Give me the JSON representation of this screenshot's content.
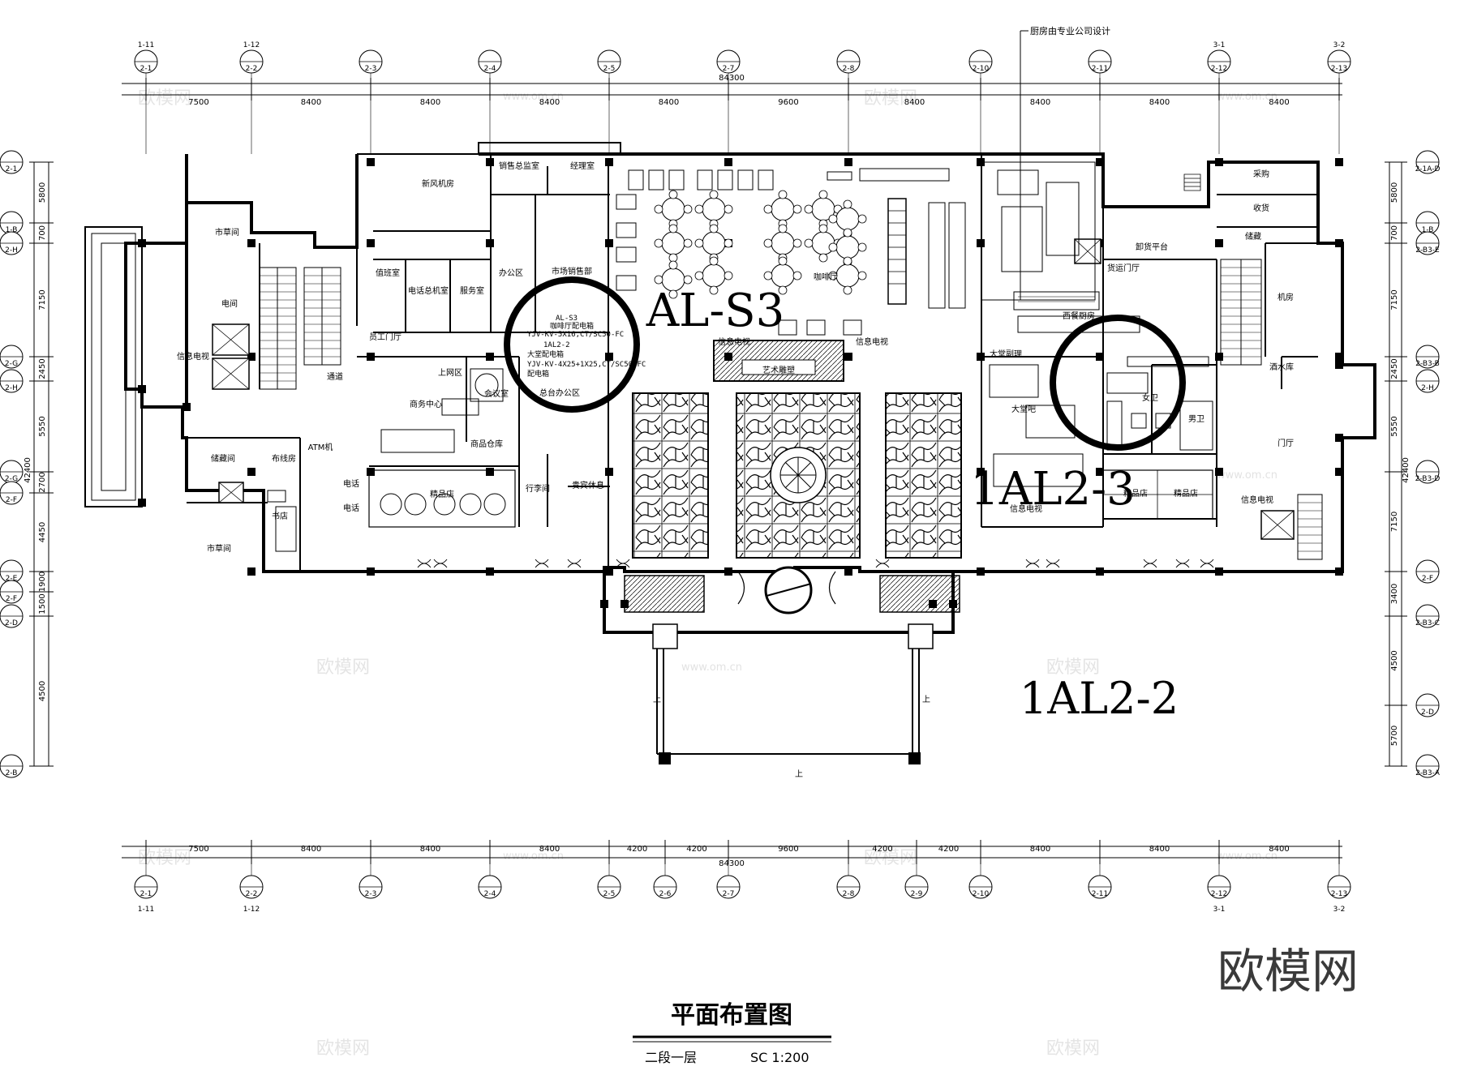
{
  "top_dims": [
    "7500",
    "8400",
    "8400",
    "8400",
    "8400",
    "9600",
    "8400",
    "8400",
    "8400",
    "8400"
  ],
  "top_total": "84300",
  "bottom_dims": [
    "7500",
    "8400",
    "8400",
    "8400",
    "4200",
    "4200",
    "9600",
    "4200",
    "4200",
    "8400",
    "8400",
    "8400"
  ],
  "bottom_total": "84300",
  "top_axes": [
    "2-1",
    "2-2",
    "2-3",
    "2-4",
    "2-5",
    "2-7",
    "2-8",
    "2-10",
    "2-11",
    "2-12",
    "2-13"
  ],
  "top_axes_alt": [
    "1-11",
    "1-12",
    "3-1",
    "3-2"
  ],
  "bottom_axes": [
    "2-1",
    "2-2",
    "2-3",
    "2-4",
    "2-5",
    "2-6",
    "2-7",
    "2-8",
    "2-9",
    "2-10",
    "2-11",
    "2-12",
    "2-13"
  ],
  "bottom_axes_alt": [
    "1-11",
    "1-12",
    "3-1",
    "3-2"
  ],
  "left_axes": [
    "2-1",
    "1-B",
    "2-H",
    "2-G",
    "2-H",
    "2-G",
    "2-F",
    "2-E",
    "2-F",
    "2-D",
    "2-B"
  ],
  "right_axes": [
    "2-1A-D",
    "1-B",
    "2-B3-E",
    "2-B3-B",
    "2-H",
    "2-B3-D",
    "2-F",
    "2-B3-C",
    "2-D",
    "2-B3-A"
  ],
  "left_dims": [
    "5800",
    "700",
    "7150",
    "2450",
    "5550",
    "2700",
    "4450",
    "1900",
    "1500",
    "4500",
    "5700"
  ],
  "left_total": "42400",
  "right_dims": [
    "5800",
    "700",
    "7150",
    "2450",
    "5550",
    "7150",
    "3400",
    "4500",
    "5700"
  ],
  "right_total": "42400",
  "rooms": [
    "新风机房",
    "销售总监室",
    "经理室",
    "咖啡厅",
    "市场销售部",
    "办公区",
    "值班室",
    "电话总机室",
    "服务室",
    "员工门厅",
    "商务中心",
    "会议室",
    "上网区",
    "商品仓库",
    "精品店",
    "行李间",
    "信息电视",
    "通道",
    "电话",
    "ATM机",
    "储藏间",
    "书店",
    "市草间",
    "电间",
    "布线房",
    "艺术雕塑",
    "大堂吧",
    "女卫",
    "男卫",
    "门厅",
    "卸货平台",
    "货运门厅",
    "采购",
    "收货",
    "机房",
    "储藏",
    "酒水库",
    "西餐厨房",
    "大堂副理",
    "总台办公区",
    "贵宾休息"
  ],
  "callouts": {
    "panel_a": "AL-S3",
    "panel_b": "1AL2-3",
    "panel_c": "1AL2-2",
    "note_kitchen": "厨房由专业公司设计",
    "cable_note_1": "AL-S3",
    "cable_note_2": "咖啡厅配电箱",
    "cable_note_3": "YJV-KV-5X16,CT/SC50-FC",
    "cable_note_4": "1AL2-2",
    "cable_note_5": "大堂配电箱",
    "cable_note_6": "YJV-KV-4X25+1X25,CT/SC50-FC",
    "cable_note_7": "配电箱"
  },
  "title": "平面布置图",
  "subtitle": "二段一层",
  "scale": "SC   1:200",
  "watermark": "欧模网",
  "watermark_url": "www.om.cn",
  "logo": "欧模网"
}
